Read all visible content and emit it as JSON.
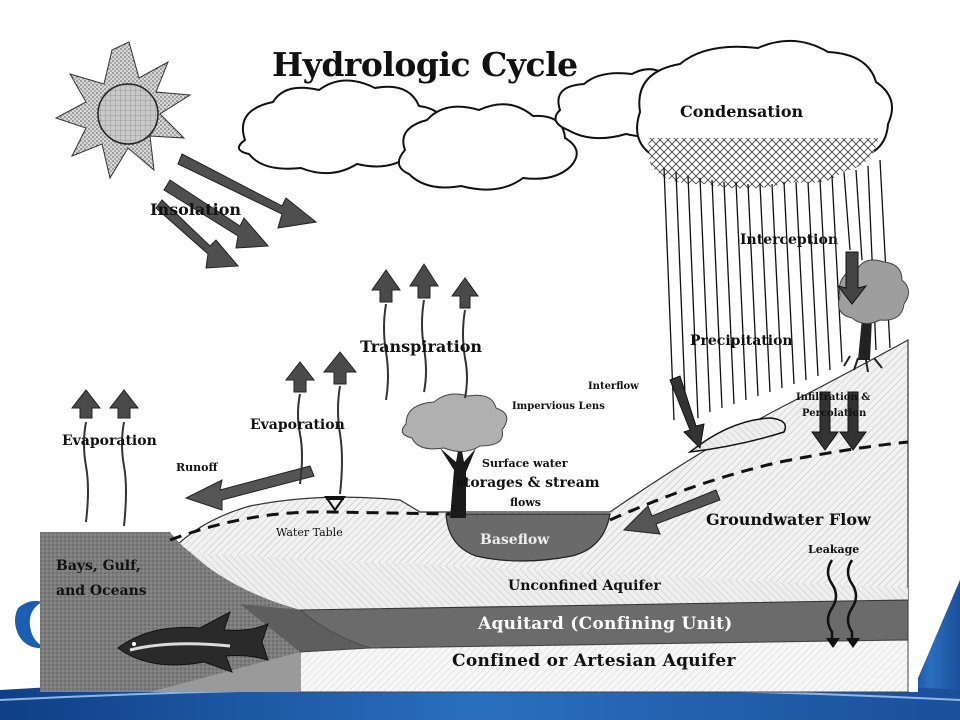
{
  "title": "Hydrologic Cycle",
  "labels": {
    "condensation": "Condensation",
    "insolation": "Insolation",
    "interception": "Interception",
    "transpiration": "Transpiration",
    "precipitation": "Precipitation",
    "interflow": "Interflow",
    "impervious_lens": "Impervious Lens",
    "infiltration_line1": "Infiltration &",
    "infiltration_line2": "Percolation",
    "evaporation_left": "Evaporation",
    "evaporation_mid": "Evaporation",
    "runoff": "Runoff",
    "surface_water_line1": "Surface water",
    "surface_water_line2": "storages & stream",
    "surface_water_line3": "flows",
    "groundwater_flow": "Groundwater Flow",
    "water_table": "Water Table",
    "baseflow": "Baseflow",
    "leakage": "Leakage",
    "oceans_line1": "Bays, Gulf,",
    "oceans_line2": "and Oceans",
    "unconfined_aquifer": "Unconfined Aquifer",
    "aquitard": "Aquitard (Confining Unit)",
    "confined_aquifer": "Confined or Artesian Aquifer"
  },
  "colors": {
    "frame_background": "#ffffff",
    "banner_blue": "#1f5fa8",
    "ocean": "#7a7a7a",
    "aquitard": "#6e6e6e",
    "arrow": "#505050"
  }
}
